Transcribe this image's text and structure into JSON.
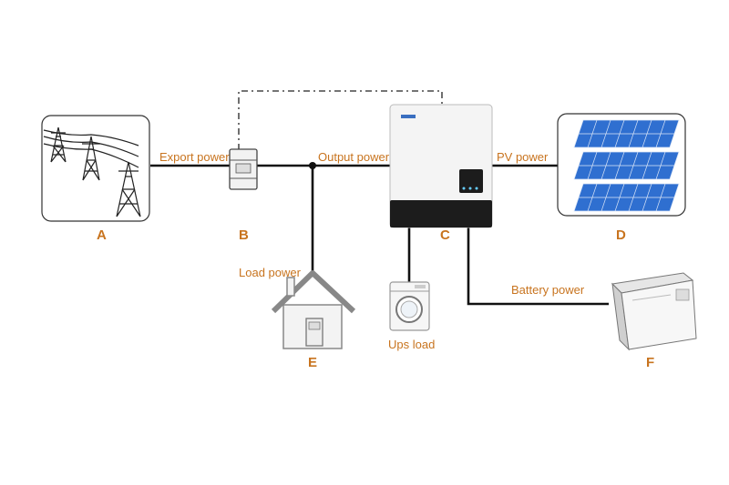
{
  "labels": {
    "export_power": "Export power",
    "output_power": "Output power",
    "pv_power": "PV power",
    "load_power": "Load power",
    "ups_load": "Ups load",
    "battery_power": "Battery power"
  },
  "nodes": {
    "grid": "A",
    "meter": "B",
    "inverter": "C",
    "solar": "D",
    "home": "E",
    "battery": "F"
  },
  "colors": {
    "label": "#c8741f",
    "line": "#111111",
    "panel": "#2f6fd0"
  }
}
